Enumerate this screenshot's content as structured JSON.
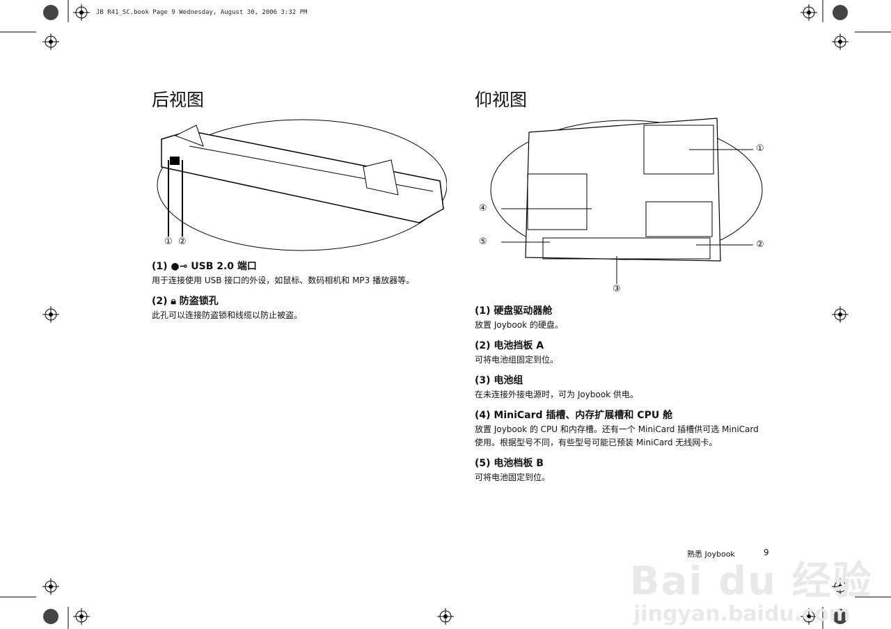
{
  "print_header": "JB R41_SC.book  Page 9  Wednesday, August 30, 2006  3:32 PM",
  "left": {
    "title": "后视图",
    "callouts": [
      "①",
      "②"
    ],
    "items": [
      {
        "title": "(1)",
        "title_text": "USB 2.0 端口",
        "icon": "usb-icon",
        "body": "用于连接使用 USB 接口的外设，如鼠标、数码相机和 MP3 播放器等。"
      },
      {
        "title": "(2)",
        "title_text": "防盗锁孔",
        "icon": "kensington-lock-icon",
        "body": "此孔可以连接防盗锁和线缆以防止被盗。"
      }
    ]
  },
  "right": {
    "title": "仰视图",
    "callouts": [
      "①",
      "②",
      "③",
      "④",
      "⑤"
    ],
    "items": [
      {
        "title": "(1) 硬盘驱动器舱",
        "body": "放置 Joybook 的硬盘。"
      },
      {
        "title": "(2) 电池挡板 A",
        "body": "可将电池组固定到位。"
      },
      {
        "title": "(3) 电池组",
        "body": "在未连接外接电源时，可为 Joybook 供电。"
      },
      {
        "title": "(4) MiniCard 插槽、内存扩展槽和 CPU 舱",
        "body": "放置 Joybook 的 CPU 和内存槽。还有一个 MiniCard 插槽供可选 MiniCard 使用。根据型号不同，有些型号可能已预装 MiniCard 无线网卡。"
      },
      {
        "title": "(5) 电池档板 B",
        "body": "可将电池固定到位。"
      }
    ]
  },
  "footer": {
    "section": "熟悉 Joybook",
    "page": "9"
  },
  "watermark": {
    "brand": "Bai du 经验",
    "url": "jingyan.baidu.com"
  }
}
